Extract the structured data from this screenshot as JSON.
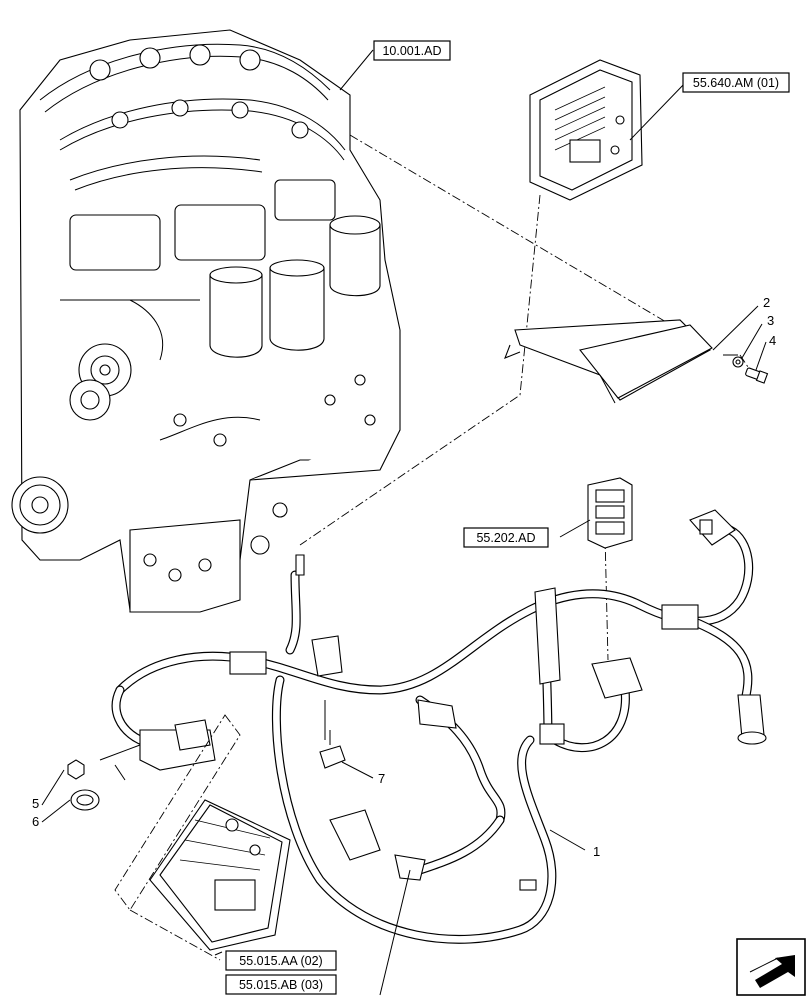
{
  "references": {
    "engine": "10.001.AD",
    "module_top": "55.640.AM (01)",
    "bracket_connector": "55.202.AD",
    "ecu_1": "55.015.AA (02)",
    "ecu_2": "55.015.AB (03)"
  },
  "callouts": {
    "harness": "1",
    "bracket": "2",
    "washer": "3",
    "bolt": "4",
    "nut": "5",
    "clip": "6",
    "fastener": "7"
  },
  "icons": {
    "nav": "arrow-icon"
  }
}
